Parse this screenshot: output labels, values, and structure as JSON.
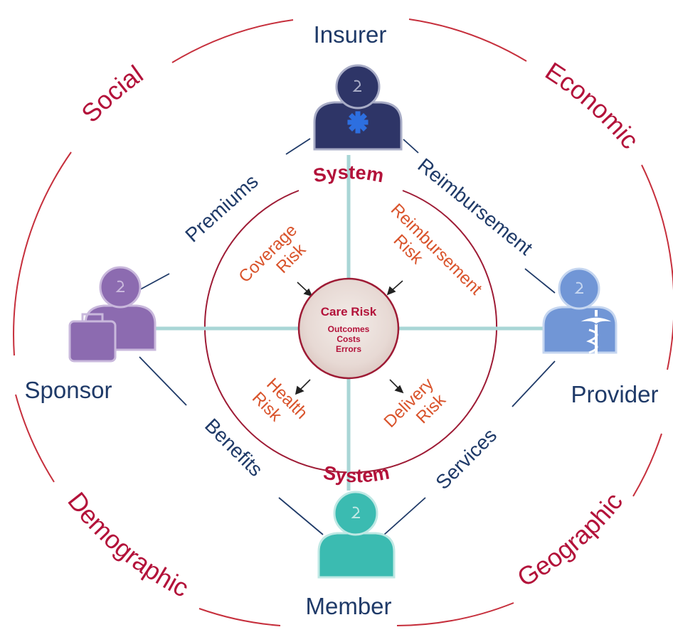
{
  "roles": {
    "insurer": "Insurer",
    "sponsor": "Sponsor",
    "provider": "Provider",
    "member": "Member"
  },
  "context": {
    "social": "Social",
    "economic": "Economic",
    "demographic": "Demographic",
    "geographic": "Geographic"
  },
  "flows": {
    "premiums": "Premiums",
    "reimbursement": "Reimbursement",
    "benefits": "Benefits",
    "services": "Services"
  },
  "system": {
    "top": "System",
    "bottom": "System"
  },
  "risks": {
    "coverage": [
      "Coverage",
      "Risk"
    ],
    "reimbursement": [
      "Reimbursement",
      "Risk"
    ],
    "health": [
      "Health",
      "Risk"
    ],
    "delivery": [
      "Delivery",
      "Risk"
    ]
  },
  "care": {
    "title": "Care Risk",
    "items": [
      "Outcomes",
      "Costs",
      "Errors"
    ]
  },
  "colors": {
    "outer_ring": "#c62f3c",
    "inner_ring": "#9e1b35",
    "cross": "#a9d6d6",
    "connector": "#1f3a68",
    "insurer_icon": "#2e3567",
    "sponsor_icon": "#8c6bb0",
    "provider_icon": "#7196d6",
    "member_icon": "#3bbbb1"
  },
  "icons": {
    "insurer": "person-with-star-of-life-icon",
    "sponsor": "person-with-briefcase-icon",
    "provider": "person-with-caduceus-icon",
    "member": "person-icon"
  }
}
